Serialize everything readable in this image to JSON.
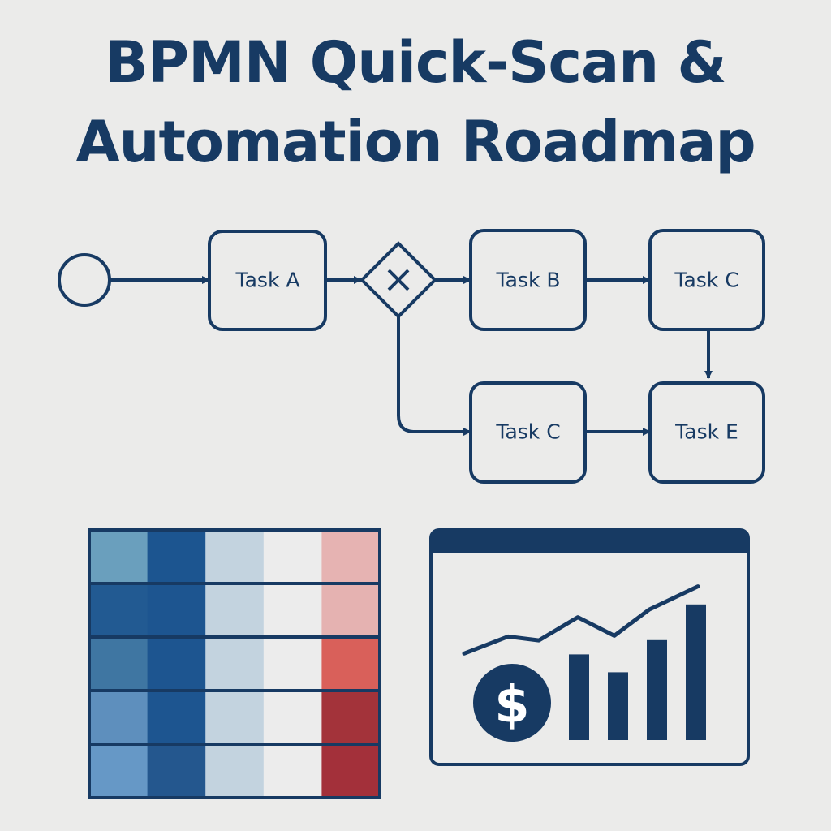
{
  "title": {
    "line1": "BPMN Quick-Scan &",
    "line2": "Automation Roadmap"
  },
  "process": {
    "start_event": "start-event",
    "gateway": "exclusive-gateway",
    "tasks": {
      "a": "Task A",
      "b": "Task B",
      "c_top": "Task C",
      "c_bottom": "Task C",
      "e": "Task E"
    }
  },
  "heatmap": {
    "rows": [
      [
        "#6a9fbd",
        "#1c5590",
        "#c3d3df",
        "#ececec",
        "#e6b3b2"
      ],
      [
        "#225a92",
        "#1d5590",
        "#c3d3df",
        "#ececec",
        "#e5b2b1"
      ],
      [
        "#3f76a2",
        "#1d5590",
        "#c3d3df",
        "#ececec",
        "#d9605a"
      ],
      [
        "#5e8fbd",
        "#1d5590",
        "#c3d3df",
        "#ececec",
        "#a3333a"
      ],
      [
        "#6698c6",
        "#24578e",
        "#c3d3df",
        "#ececec",
        "#a3303a"
      ]
    ]
  },
  "dashboard": {
    "icon": "dollar-icon",
    "symbol": "$",
    "bar_levels": [
      0.48,
      0.38,
      0.56,
      0.76
    ],
    "trend_levels": [
      0.05,
      0.27,
      0.22,
      0.52,
      0.28,
      0.62,
      0.92
    ]
  },
  "colors": {
    "navy": "#173a63",
    "background": "#ebebea"
  }
}
